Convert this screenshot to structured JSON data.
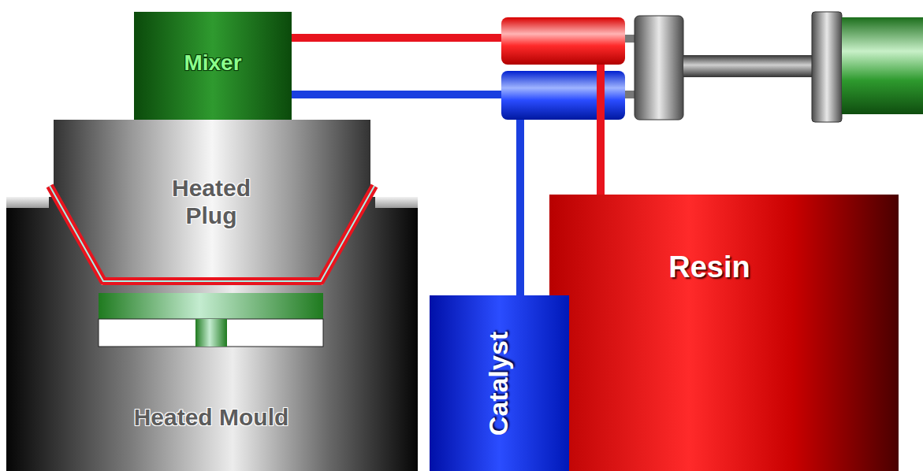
{
  "diagram": {
    "nodes": [
      {
        "text": [
          "Mixer"
        ]
      },
      {
        "text": [
          "Heated Plug"
        ]
      },
      {
        "text": [
          "Heated Mould"
        ]
      },
      {
        "text": [
          "Catalyst"
        ]
      },
      {
        "text": [
          "Resin"
        ]
      }
    ],
    "edges": [
      {
        "from": 3,
        "to": 0,
        "arrow": "none"
      },
      {
        "from": 4,
        "to": 0,
        "arrow": "none"
      }
    ]
  }
}
